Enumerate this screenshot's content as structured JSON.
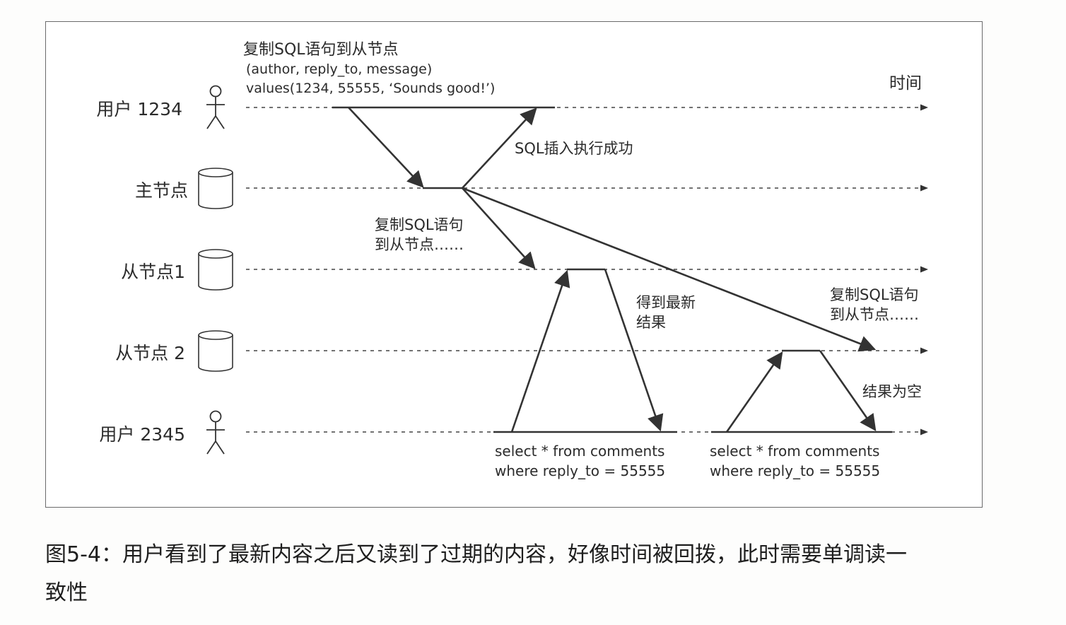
{
  "diagram": {
    "actors": {
      "user1": "用户 1234",
      "leader": "主节点",
      "follower1": "从节点1",
      "follower2": "从节点 2",
      "user2": "用户 2345"
    },
    "time_label": "时间",
    "write_note": {
      "line1": "复制SQL语句到从节点",
      "line2": "(author, reply_to, message)",
      "line3": "values(1234, 55555, ‘Sounds good!’)"
    },
    "insert_ok": "SQL插入执行成功",
    "replicate1": {
      "line1": "复制SQL语句",
      "line2": "到从节点……"
    },
    "replicate2": {
      "line1": "复制SQL语句",
      "line2": "到从节点……"
    },
    "latest_result": {
      "line1": "得到最新",
      "line2": "结果"
    },
    "empty_result": "结果为空",
    "query1": {
      "line1": "select * from comments",
      "line2": "where reply_to = 55555"
    },
    "query2": {
      "line1": "select * from comments",
      "line2": "where reply_to = 55555"
    }
  },
  "caption": {
    "line1": "图5-4：用户看到了最新内容之后又读到了过期的内容，好像时间被回拨，此时需要单调读一",
    "line2": "致性"
  }
}
